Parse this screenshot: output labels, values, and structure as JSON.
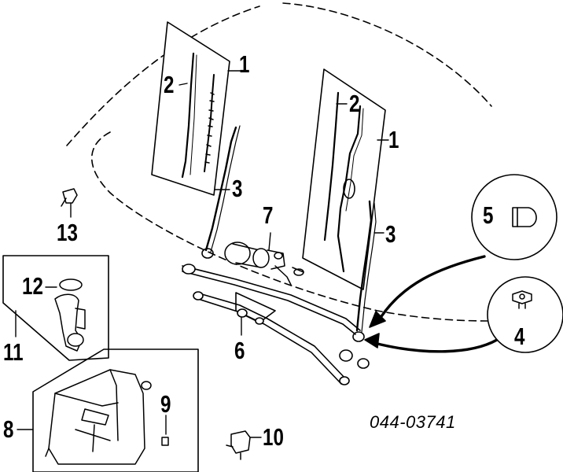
{
  "diagram": {
    "part_number": "044-03741",
    "callouts": {
      "c1_left": "1",
      "c2_left": "2",
      "c3_left": "3",
      "c1_right": "1",
      "c2_right": "2",
      "c3_right": "3",
      "c4": "4",
      "c5": "5",
      "c6": "6",
      "c7": "7",
      "c8": "8",
      "c9": "9",
      "c10": "10",
      "c11": "11",
      "c12": "12",
      "c13": "13"
    }
  }
}
